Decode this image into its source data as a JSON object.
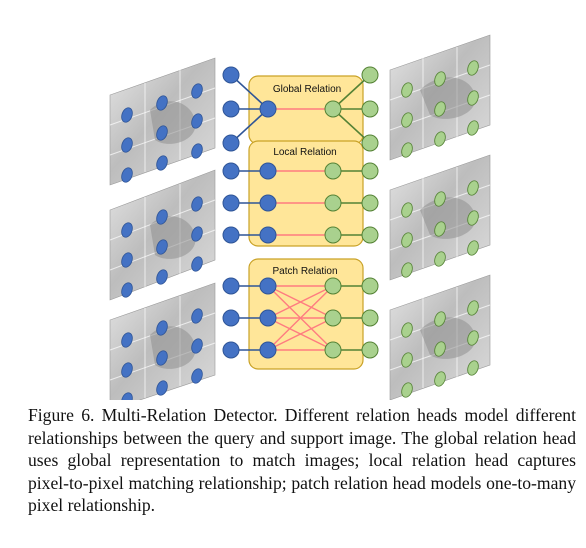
{
  "diagram": {
    "relation_heads": [
      {
        "label": "Global Relation",
        "connection": "global"
      },
      {
        "label": "Local Relation",
        "connection": "pixel-to-pixel"
      },
      {
        "label": "Patch Relation",
        "connection": "one-to-many"
      }
    ]
  },
  "colors": {
    "query_node": "#4472c4",
    "support_node": "#a9d18e",
    "head_box_fill": "#ffe699",
    "head_box_border": "#c9a227",
    "global_link_left": "#2f5597",
    "global_link_right": "#548235",
    "pixel_link": "#ff7c80"
  },
  "caption": "Figure 6. Multi-Relation Detector. Different relation heads model different relationships between the query and support image. The global relation head uses global representation to match images; local relation head captures pixel-to-pixel matching relationship; patch relation head models one-to-many pixel relationship."
}
